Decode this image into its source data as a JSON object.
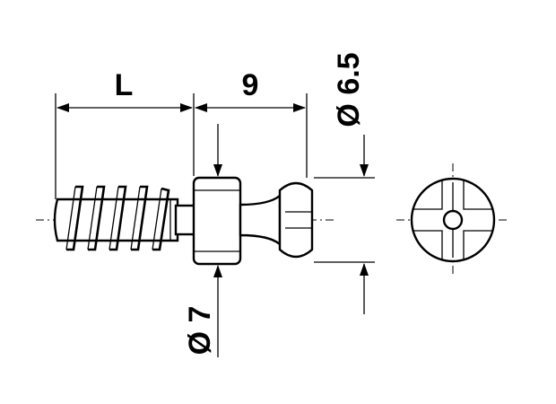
{
  "dimensions": {
    "length_label": "L",
    "collar_width": "9",
    "head_diameter": "Ø 6.5",
    "collar_diameter": "Ø 7"
  }
}
